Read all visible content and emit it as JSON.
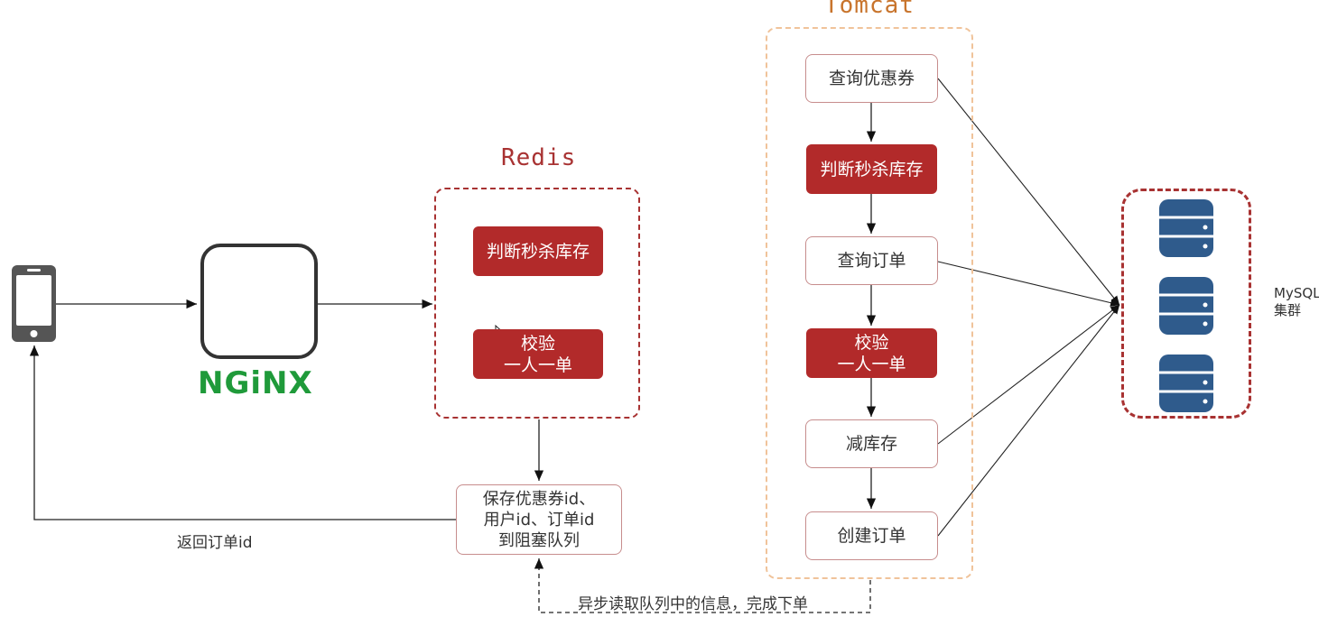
{
  "diagram": {
    "groups": {
      "redis": {
        "title": "Redis"
      },
      "tomcat": {
        "title": "Tomcat"
      },
      "mysql": {
        "label": "MySQL\n集群"
      }
    },
    "nginx": {
      "logo_text": "NGiNX"
    },
    "redis_steps": [
      "判断秒杀库存",
      "校验\n一人一单"
    ],
    "tomcat_steps": [
      "查询优惠券",
      "判断秒杀库存",
      "查询订单",
      "校验\n一人一单",
      "减库存",
      "创建订单"
    ],
    "queue_box": "保存优惠券id、\n用户id、订单id\n到阻塞队列",
    "edge_labels": {
      "return_order": "返回订单id",
      "async_read": "异步读取队列中的信息，完成下单"
    },
    "icons": [
      "phone-icon",
      "nginx-logo-icon",
      "database-icon",
      "cursor-icon"
    ],
    "colors": {
      "redis_accent": "#b22a2a",
      "tomcat_border": "#f0c39a",
      "nginx_green": "#1f9a3a",
      "db_blue": "#2f5b8c"
    }
  }
}
